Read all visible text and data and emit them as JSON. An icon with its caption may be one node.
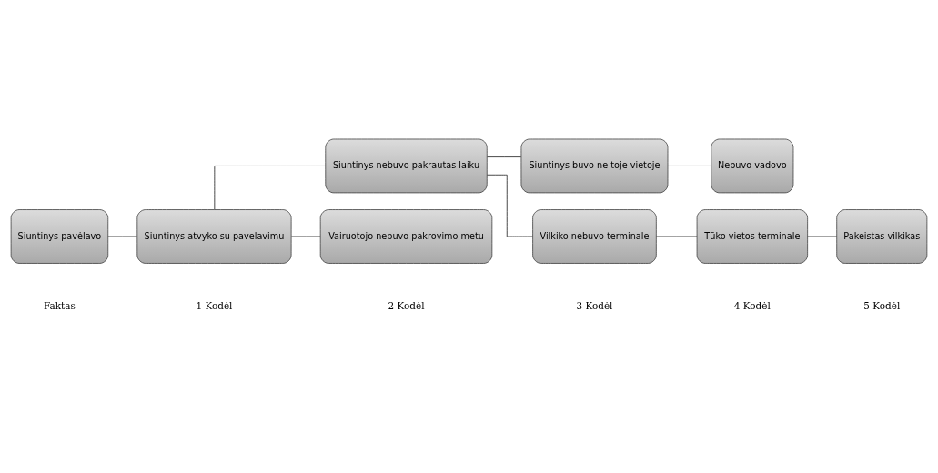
{
  "diagram": {
    "nodes": [
      {
        "text": [
          "Siuntinys pavėlavo"
        ]
      },
      {
        "text": [
          "Siuntinys atvyko su pavelavimu"
        ]
      },
      {
        "text": [
          "Siuntinys nebuvo pakrautas laiku"
        ]
      },
      {
        "text": [
          "Vairuotojo nebuvo pakrovimo metu"
        ]
      },
      {
        "text": [
          "Siuntinys buvo ne toje vietoje"
        ]
      },
      {
        "text": [
          "Vilkiko nebuvo terminale"
        ]
      },
      {
        "text": [
          "Nebuvo vadovo"
        ]
      },
      {
        "text": [
          "Tūko vietos terminale"
        ]
      },
      {
        "text": [
          "Pakeistas vilkikas"
        ]
      }
    ],
    "edges": [
      {
        "from": 0,
        "to": 1,
        "arrow": "none"
      },
      {
        "from": 1,
        "to": 2,
        "arrow": "none"
      },
      {
        "from": 1,
        "to": 3,
        "arrow": "none"
      },
      {
        "from": 2,
        "to": 4,
        "arrow": "none"
      },
      {
        "from": 2,
        "to": 5,
        "arrow": "none"
      },
      {
        "from": 4,
        "to": 6,
        "arrow": "none"
      },
      {
        "from": 5,
        "to": 7,
        "arrow": "none"
      },
      {
        "from": 7,
        "to": 8,
        "arrow": "none"
      }
    ],
    "labels": [
      "Faktas",
      "1 Kodėl",
      "2 Kodėl",
      "3 Kodėl",
      "4 Kodėl",
      "5 Kodėl"
    ]
  }
}
